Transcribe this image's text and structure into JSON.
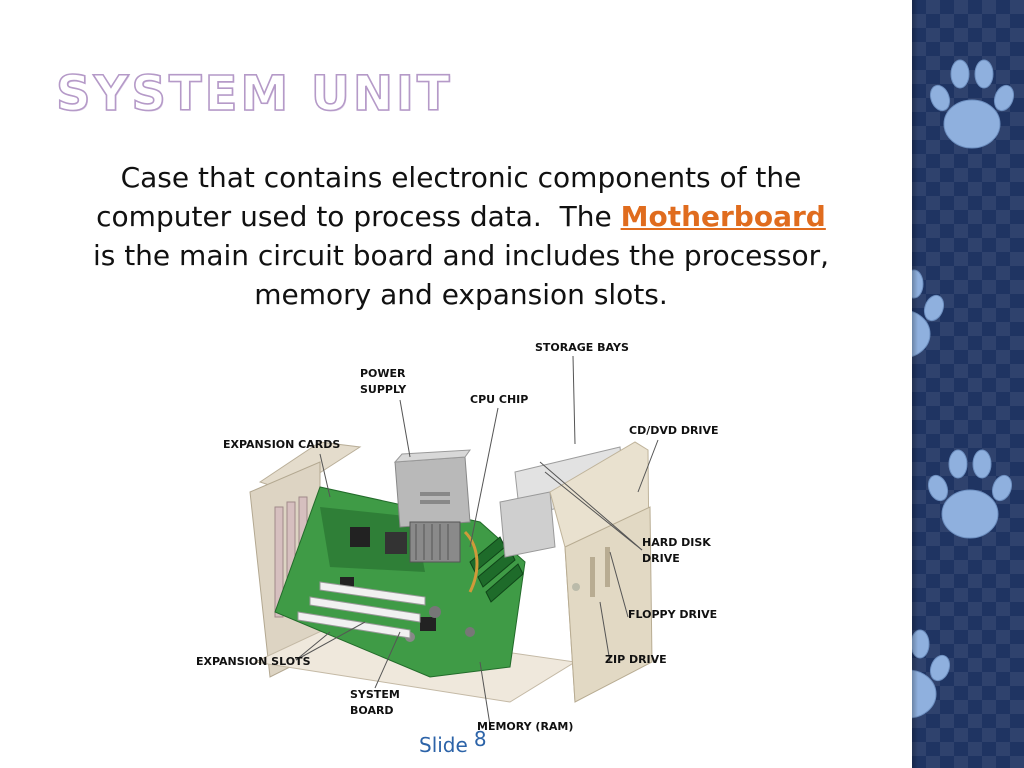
{
  "slide": {
    "title": "System Unit",
    "paragraph": {
      "line1": "Case that contains electronic components of the",
      "line2_pre": "computer used to process data.  The ",
      "line2_highlight": "Motherboard",
      "line3": "is the main circuit board and includes the processor,",
      "line4": "memory and expansion slots."
    },
    "footer": {
      "label": "Slide",
      "number": "8"
    }
  },
  "diagram": {
    "labels": {
      "storage_bays": "STORAGE BAYS",
      "power_supply_1": "POWER",
      "power_supply_2": "SUPPLY",
      "cpu_chip": "CPU CHIP",
      "cd_dvd_drive": "CD/DVD DRIVE",
      "expansion_cards": "EXPANSION CARDS",
      "hard_disk_1": "HARD DISK",
      "hard_disk_2": "DRIVE",
      "floppy_drive": "FLOPPY DRIVE",
      "zip_drive": "ZIP DRIVE",
      "expansion_slots": "EXPANSION SLOTS",
      "system_board_1": "SYSTEM",
      "system_board_2": "BOARD",
      "memory": "MEMORY (RAM)"
    }
  },
  "colors": {
    "sidebar": "#1f3462",
    "paw": "#8fb0de",
    "title_outline": "#b59ac8",
    "highlight": "#e06c1e",
    "footer": "#2c63a8"
  },
  "icons": [
    "paw-print-icon"
  ]
}
